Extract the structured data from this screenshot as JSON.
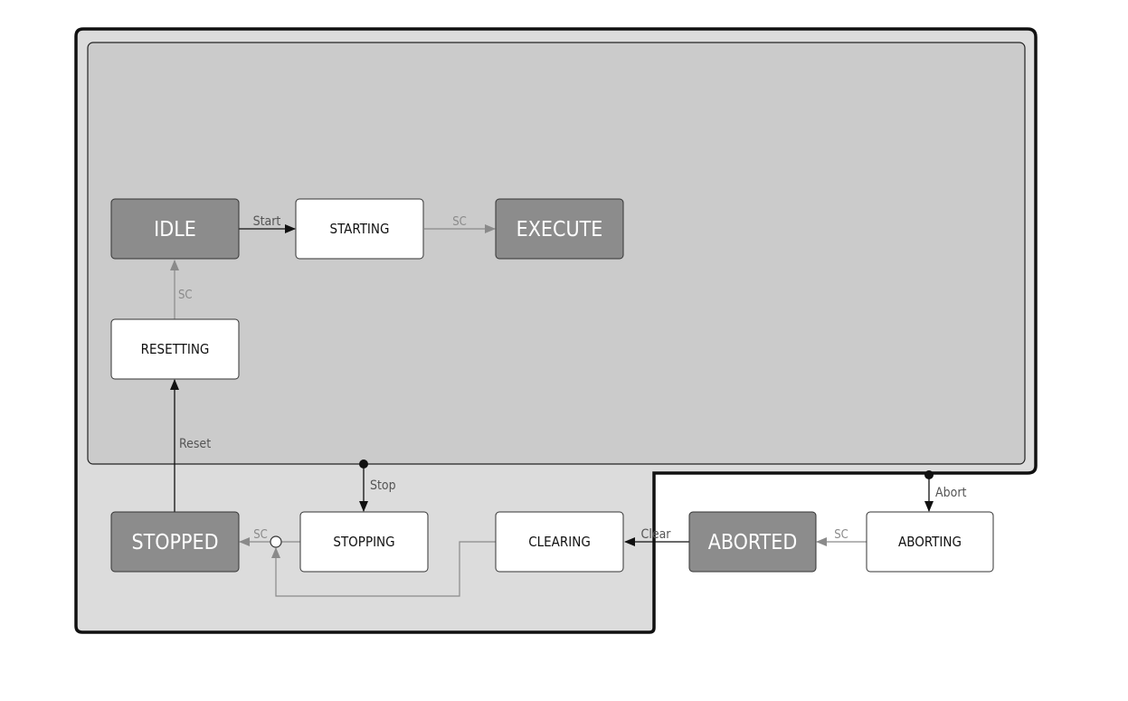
{
  "states": {
    "idle": "IDLE",
    "starting": "STARTING",
    "execute": "EXECUTE",
    "resetting": "RESETTING",
    "stopped": "STOPPED",
    "stopping": "STOPPING",
    "clearing": "CLEARING",
    "aborted": "ABORTED",
    "aborting": "ABORTING"
  },
  "transitions": {
    "start": "Start",
    "sc_starting_execute": "SC",
    "sc_resetting_idle": "SC",
    "reset": "Reset",
    "stop": "Stop",
    "sc_stopping_stopped": "SC",
    "clear": "Clear",
    "sc_aborting_aborted": "SC",
    "abort": "Abort"
  },
  "colors": {
    "outer_region": "#dcdcdc",
    "inner_region": "#cbcbcb",
    "wait_state": "#8c8c8c",
    "acting_state": "#ffffff",
    "command_line": "#111111",
    "state_complete_line": "#8a8a8a"
  }
}
